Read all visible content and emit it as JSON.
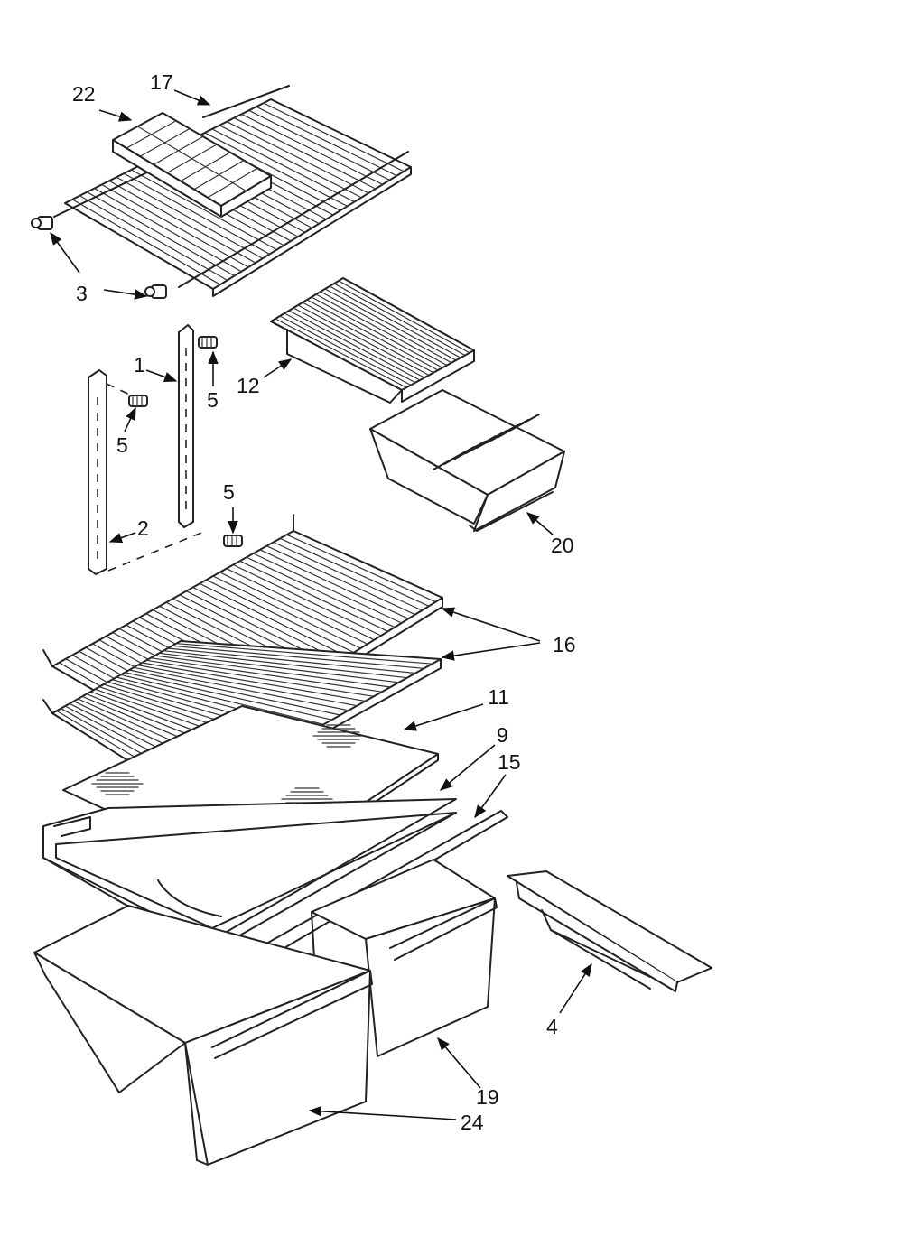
{
  "colors": {
    "line": "#222222",
    "background": "#ffffff"
  },
  "callouts": [
    {
      "id": "22",
      "label": "22"
    },
    {
      "id": "17",
      "label": "17"
    },
    {
      "id": "3",
      "label": "3"
    },
    {
      "id": "1",
      "label": "1"
    },
    {
      "id": "5a",
      "label": "5"
    },
    {
      "id": "5b",
      "label": "5"
    },
    {
      "id": "5c",
      "label": "5"
    },
    {
      "id": "2",
      "label": "2"
    },
    {
      "id": "12",
      "label": "12"
    },
    {
      "id": "20",
      "label": "20"
    },
    {
      "id": "16",
      "label": "16"
    },
    {
      "id": "11",
      "label": "11"
    },
    {
      "id": "9",
      "label": "9"
    },
    {
      "id": "15",
      "label": "15"
    },
    {
      "id": "4",
      "label": "4"
    },
    {
      "id": "19",
      "label": "19"
    },
    {
      "id": "24",
      "label": "24"
    }
  ]
}
